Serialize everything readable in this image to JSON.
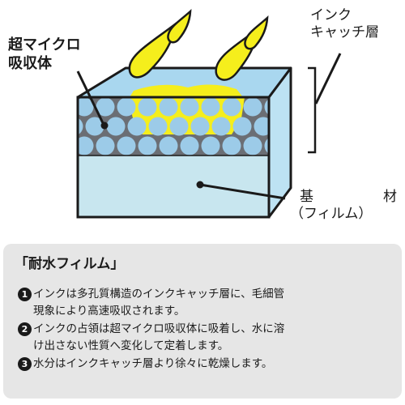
{
  "labels": {
    "absorber": [
      "超マイクロ",
      "吸収体"
    ],
    "catch_layer": [
      "インク",
      "キャッチ層"
    ],
    "base_title": [
      "基",
      "材"
    ],
    "base_sub": "（フィルム）"
  },
  "info": {
    "title": "「耐水フィルム」",
    "items": [
      {
        "num": "1",
        "lines": [
          "インクは多孔質構造のインクキャッチ層に、毛細管",
          "現象により高速吸収されます。"
        ]
      },
      {
        "num": "2",
        "lines": [
          "インクの占領は超マイクロ吸収体に吸着し、水に溶",
          "け出さない性質へ変化して定着します。"
        ]
      },
      {
        "num": "3",
        "lines": [
          "水分はインクキャッチ層より徐々に乾燥します。"
        ]
      }
    ]
  },
  "colors": {
    "front_catch": "#6b6e74",
    "sphere": "#9ccbe8",
    "ink": "#f5ee1c",
    "base": "#c8e6ef",
    "top_face": "#a9d7ef",
    "side_face": "#bde2f3",
    "box_bg": "#e6e6e6"
  }
}
